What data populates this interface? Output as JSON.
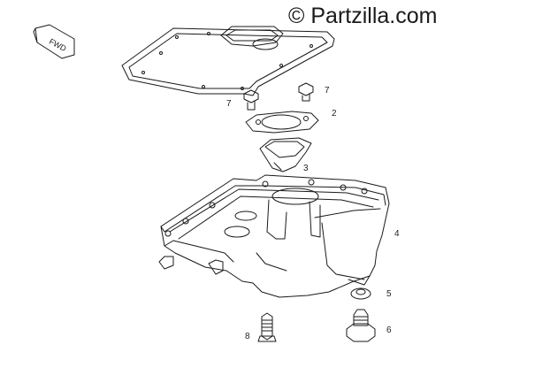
{
  "watermark": {
    "text": "© Partzilla.com"
  },
  "direction_badge": {
    "text": "FWD"
  },
  "callouts": [
    {
      "part": "7",
      "label": "7"
    },
    {
      "part": "7",
      "label": "7"
    },
    {
      "part": "2",
      "label": "2"
    },
    {
      "part": "3",
      "label": "3"
    },
    {
      "part": "4",
      "label": "4"
    },
    {
      "part": "5",
      "label": "5"
    },
    {
      "part": "6",
      "label": "6"
    },
    {
      "part": "8",
      "label": "8"
    }
  ],
  "line_color": "#1a1a1a"
}
